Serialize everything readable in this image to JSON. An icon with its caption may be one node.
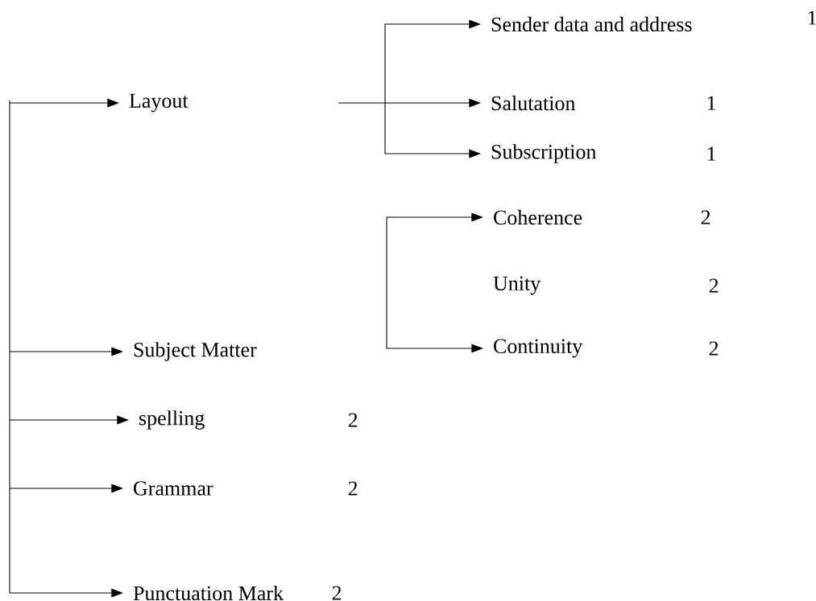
{
  "diagram": {
    "nodes": [
      {
        "text": [
          "Layout"
        ]
      },
      {
        "text": [
          "Sender data and address"
        ]
      },
      {
        "text": [
          "Salutation"
        ]
      },
      {
        "text": [
          "Subscription"
        ]
      },
      {
        "text": [
          "Subject Matter"
        ]
      },
      {
        "text": [
          "Coherence"
        ]
      },
      {
        "text": [
          "Unity"
        ]
      },
      {
        "text": [
          "Continuity"
        ]
      },
      {
        "text": [
          "spelling"
        ]
      },
      {
        "text": [
          "Grammar"
        ]
      },
      {
        "text": [
          "Punctuation Mark"
        ]
      }
    ],
    "edges": [
      {
        "from": null,
        "to": 0,
        "arrow": "to"
      },
      {
        "from": null,
        "to": 4,
        "arrow": "to"
      },
      {
        "from": null,
        "to": 8,
        "arrow": "to"
      },
      {
        "from": null,
        "to": 9,
        "arrow": "to"
      },
      {
        "from": null,
        "to": 10,
        "arrow": "to"
      },
      {
        "from": null,
        "to": 2,
        "arrow": "to"
      },
      {
        "from": null,
        "to": 1,
        "arrow": "to"
      },
      {
        "from": null,
        "to": 3,
        "arrow": "to"
      },
      {
        "from": null,
        "to": 5,
        "arrow": "to"
      },
      {
        "from": null,
        "to": 7,
        "arrow": "to"
      }
    ],
    "labels": [
      "1",
      "1",
      "1",
      "2",
      "2",
      "2",
      "2",
      "2",
      "2"
    ]
  }
}
